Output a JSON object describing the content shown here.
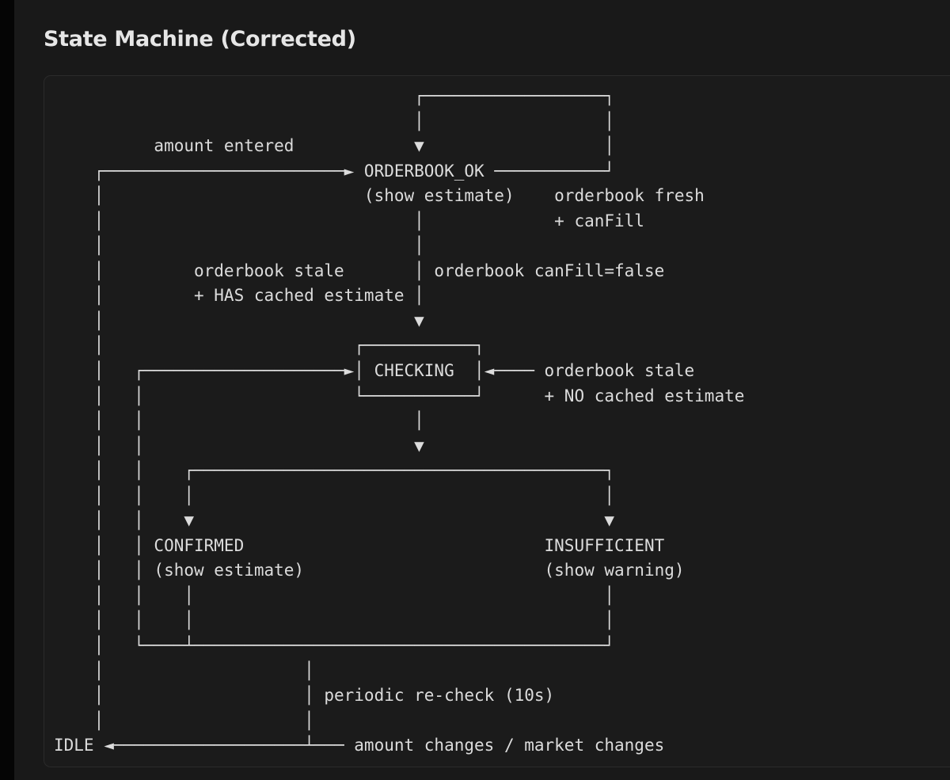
{
  "title": "State Machine (Corrected)",
  "diagram": {
    "lines": [
      "                                    ┌──────────────────┐",
      "                                    │                  │",
      "          amount entered            ▼                  │",
      "    ┌────────────────────────► ORDERBOOK_OK ───────────┘",
      "    │                          (show estimate)    orderbook fresh",
      "    │                               │             + canFill",
      "    │                               │",
      "    │         orderbook stale       │ orderbook canFill=false",
      "    │         + HAS cached estimate │",
      "    │                               ▼",
      "    │                         ┌───────────┐",
      "    │   ┌────────────────────►│ CHECKING  │◄──── orderbook stale",
      "    │   │                     └───────────┘      + NO cached estimate",
      "    │   │                           │",
      "    │   │                           ▼",
      "    │   │    ┌─────────────────────────────────────────┐",
      "    │   │    │                                         │",
      "    │   │    ▼                                         ▼",
      "    │   │ CONFIRMED                              INSUFFICIENT",
      "    │   │ (show estimate)                        (show warning)",
      "    │   │    │                                         │",
      "    │   │    │                                         │",
      "    │   └────┴─────────────────────────────────────────┘",
      "    │                    │",
      "    │                    │ periodic re-check (10s)",
      "    │                    │",
      "IDLE ◄───────────────────┴─── amount changes / market changes"
    ]
  }
}
